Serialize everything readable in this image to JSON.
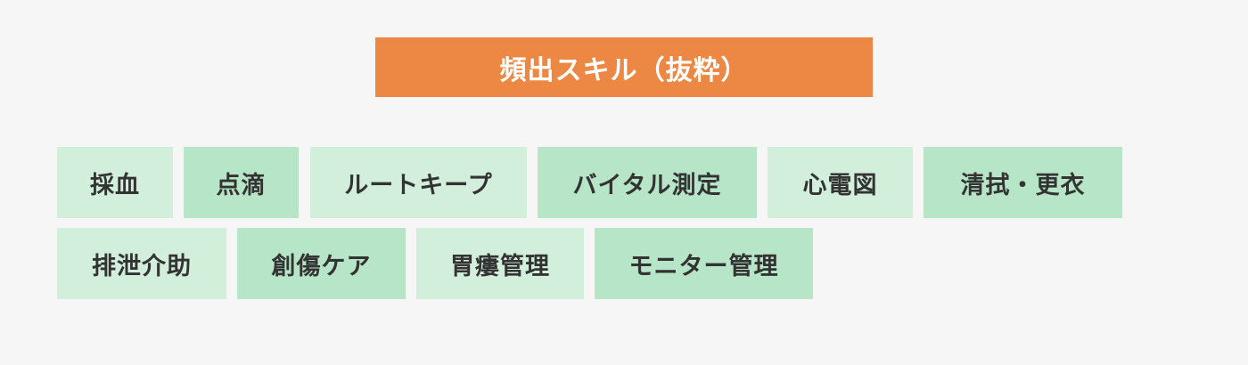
{
  "title": "頻出スキル（抜粋）",
  "colors": {
    "title_bg": "#ec8844",
    "tile_light": "#d2efdc",
    "tile_dark": "#b7e5c7",
    "text": "#333333",
    "background": "#f6f6f6"
  },
  "skills": [
    {
      "label": "採血"
    },
    {
      "label": "点滴"
    },
    {
      "label": "ルートキープ"
    },
    {
      "label": "バイタル測定"
    },
    {
      "label": "心電図"
    },
    {
      "label": "清拭・更衣"
    },
    {
      "label": "排泄介助"
    },
    {
      "label": "創傷ケア"
    },
    {
      "label": "胃瘻管理"
    },
    {
      "label": "モニター管理"
    }
  ]
}
